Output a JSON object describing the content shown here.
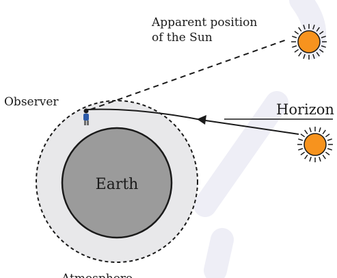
{
  "labels": {
    "apparent_line1": "Apparent position",
    "apparent_line2": "of the Sun",
    "observer": "Observer",
    "horizon": "Horizon",
    "earth": "Earth",
    "atmosphere": "Atmosphere"
  },
  "colors": {
    "sun_fill": "#f7931e",
    "earth_fill": "#9b9b9b",
    "atmosphere_fill": "#e8e8ea",
    "line": "#1a1a1a",
    "watermark": "#eeeef6",
    "observer_figure": "#2d5aa8"
  },
  "icons": {
    "apparent_sun": "sun-icon",
    "real_sun": "sun-icon",
    "observer": "person-icon"
  }
}
